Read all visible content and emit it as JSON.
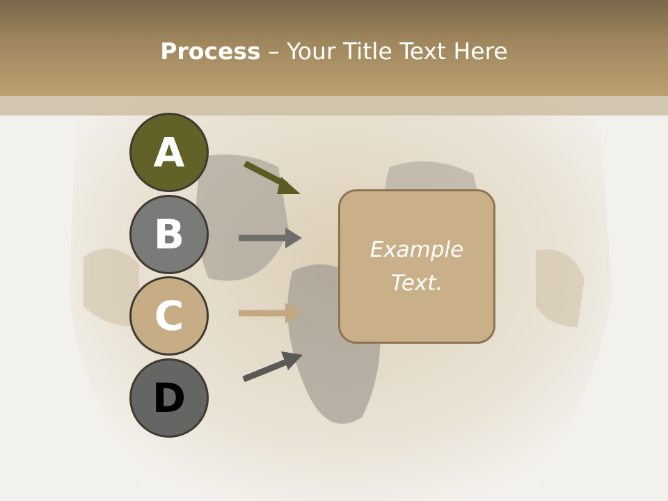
{
  "slide": {
    "title_strong": "Process",
    "title_sep": " – ",
    "title_rest": "Your Title Text Here"
  },
  "steps": [
    {
      "letter": "A",
      "fill": "#626127",
      "text_color": "#ffffff",
      "arrow_color": "#5c5b22"
    },
    {
      "letter": "B",
      "fill": "#7a7a78",
      "text_color": "#ffffff",
      "arrow_color": "#6e6e6c"
    },
    {
      "letter": "C",
      "fill": "#c6ad86",
      "text_color": "#ffffff",
      "arrow_color": "#c2a981"
    },
    {
      "letter": "D",
      "fill": "#656563",
      "text_color": "#000000",
      "arrow_color": "#595957"
    }
  ],
  "box": {
    "text_line1": "Example",
    "text_line2": "Text."
  },
  "colors": {
    "header": "#a0875e",
    "box_fill": "#c9b089",
    "box_border": "#8c7452"
  }
}
